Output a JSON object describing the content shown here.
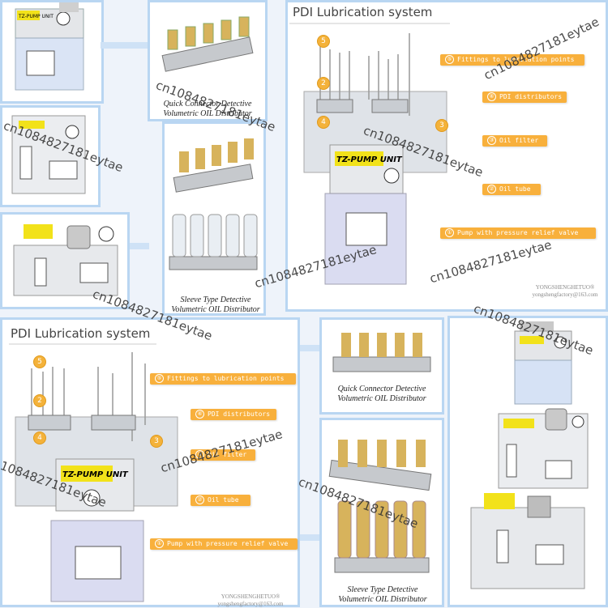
{
  "panels": {
    "top": {
      "title": "PDI Lubrication system",
      "items": [
        {
          "num": "⑤",
          "text": "Fittings to lubrication points"
        },
        {
          "num": "④",
          "text": "PDI distributors"
        },
        {
          "num": "③",
          "text": "Oil filter"
        },
        {
          "num": "②",
          "text": "Oil tube"
        },
        {
          "num": "①",
          "text": "Pump with pressure relief valve"
        }
      ],
      "brand": "YONGSHENGHETUO®",
      "email": "yongshengfactory@163.com"
    },
    "bottom": {
      "title": "PDI Lubrication system",
      "items": [
        {
          "num": "⑤",
          "text": "Fittings to lubrication points"
        },
        {
          "num": "④",
          "text": "PDI distributors"
        },
        {
          "num": "③",
          "text": "Oil filter"
        },
        {
          "num": "②",
          "text": "Oil tube"
        },
        {
          "num": "①",
          "text": "Pump with pressure relief valve"
        }
      ],
      "brand": "YONGSHENGHETUO®",
      "email": "yongshengfactory@163.com"
    }
  },
  "diagram_markers": {
    "five": "5",
    "four": "4",
    "three": "3",
    "two": "2"
  },
  "pump_label": "TZ-PUMP UNIT",
  "captions": {
    "quick_top": {
      "line1": "Quick Connector  Detective",
      "line2": "Volumetric OIL Distributor"
    },
    "sleeve_top": {
      "line1": "Sleeve Type  Detective",
      "line2": "Volumetric OIL Distributor"
    },
    "quick_bottom": {
      "line1": "Quick Connector  Detective",
      "line2": "Volumetric OIL Distributor"
    },
    "sleeve_bottom": {
      "line1": "Sleeve Type  Detective",
      "line2": "Volumetric OIL Distributor"
    }
  },
  "watermarks": [
    "cn10848271​81eytae",
    "cn1084827181eytae",
    "cn1084827181eytae",
    "cn1084827181eytae",
    "cn1084827181eytae",
    "cn1084827181eytae",
    "cn1084827181eytae",
    "1084827181eytae",
    "cn1084827181eytae",
    "cn1084827181eytae",
    "cn1084827181eytae"
  ],
  "colors": {
    "accent": "#f8b03c",
    "frame": "#b9d6f2",
    "pump_yellow": "#f2e21a",
    "brass": "#d7b35c"
  }
}
